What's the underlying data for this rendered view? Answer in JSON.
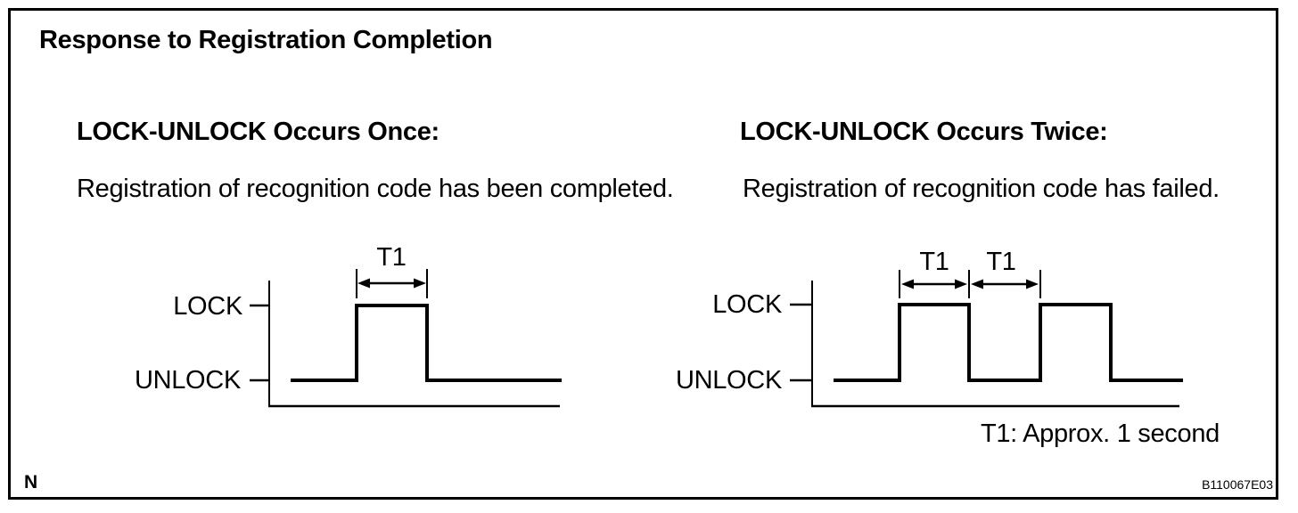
{
  "figure": {
    "title": "Response to Registration Completion",
    "caption": "T1: Approx. 1 second",
    "page_marker": "N",
    "figure_code": "B110067E03"
  },
  "sections": {
    "once": {
      "heading": "LOCK-UNLOCK Occurs Once:",
      "description": "Registration of recognition code has been completed."
    },
    "twice": {
      "heading": "LOCK-UNLOCK Occurs Twice:",
      "description": "Registration of recognition code has failed."
    }
  },
  "waveforms": {
    "once": {
      "lock_label": "LOCK",
      "unlock_label": "UNLOCK",
      "t1": "T1",
      "level_sequence": [
        "UNLOCK",
        "LOCK",
        "UNLOCK"
      ],
      "dimension": "T1 spans the single LOCK pulse"
    },
    "twice": {
      "lock_label": "LOCK",
      "unlock_label": "UNLOCK",
      "t1_first": "T1",
      "t1_second": "T1",
      "level_sequence": [
        "UNLOCK",
        "LOCK",
        "UNLOCK",
        "LOCK",
        "UNLOCK"
      ],
      "dimension": "T1 spans the first LOCK pulse and T1 spans the gap before the second pulse"
    }
  },
  "colors": {
    "ink": "#000000",
    "background": "#ffffff"
  }
}
